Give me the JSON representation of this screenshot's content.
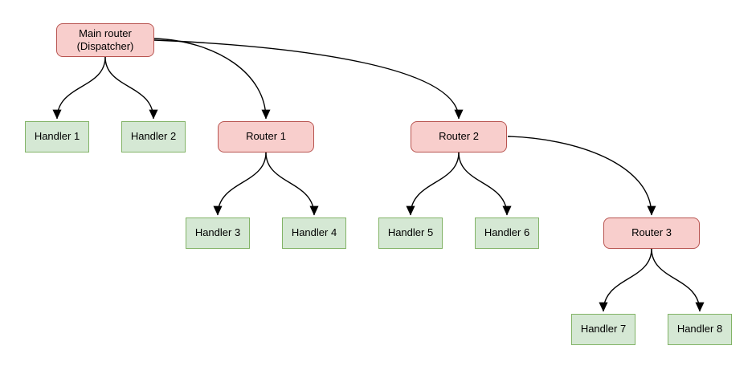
{
  "diagram": {
    "type": "tree-flowchart",
    "nodes": {
      "main": {
        "label": "Main router\n(Dispatcher)",
        "type": "router"
      },
      "handler1": {
        "label": "Handler 1",
        "type": "handler"
      },
      "handler2": {
        "label": "Handler 2",
        "type": "handler"
      },
      "router1": {
        "label": "Router 1",
        "type": "router"
      },
      "handler3": {
        "label": "Handler 3",
        "type": "handler"
      },
      "handler4": {
        "label": "Handler 4",
        "type": "handler"
      },
      "router2": {
        "label": "Router 2",
        "type": "router"
      },
      "handler5": {
        "label": "Handler 5",
        "type": "handler"
      },
      "handler6": {
        "label": "Handler 6",
        "type": "handler"
      },
      "router3": {
        "label": "Router 3",
        "type": "router"
      },
      "handler7": {
        "label": "Handler 7",
        "type": "handler"
      },
      "handler8": {
        "label": "Handler 8",
        "type": "handler"
      }
    },
    "edges": [
      {
        "from": "main",
        "to": "handler1"
      },
      {
        "from": "main",
        "to": "handler2"
      },
      {
        "from": "main",
        "to": "router1"
      },
      {
        "from": "main",
        "to": "router2"
      },
      {
        "from": "router1",
        "to": "handler3"
      },
      {
        "from": "router1",
        "to": "handler4"
      },
      {
        "from": "router2",
        "to": "handler5"
      },
      {
        "from": "router2",
        "to": "handler6"
      },
      {
        "from": "router2",
        "to": "router3"
      },
      {
        "from": "router3",
        "to": "handler7"
      },
      {
        "from": "router3",
        "to": "handler8"
      }
    ],
    "colors": {
      "router_fill": "#f8cecc",
      "router_border": "#b85450",
      "handler_fill": "#d5e8d4",
      "handler_border": "#82b366",
      "edge": "#000000",
      "background": "#ffffff"
    }
  }
}
